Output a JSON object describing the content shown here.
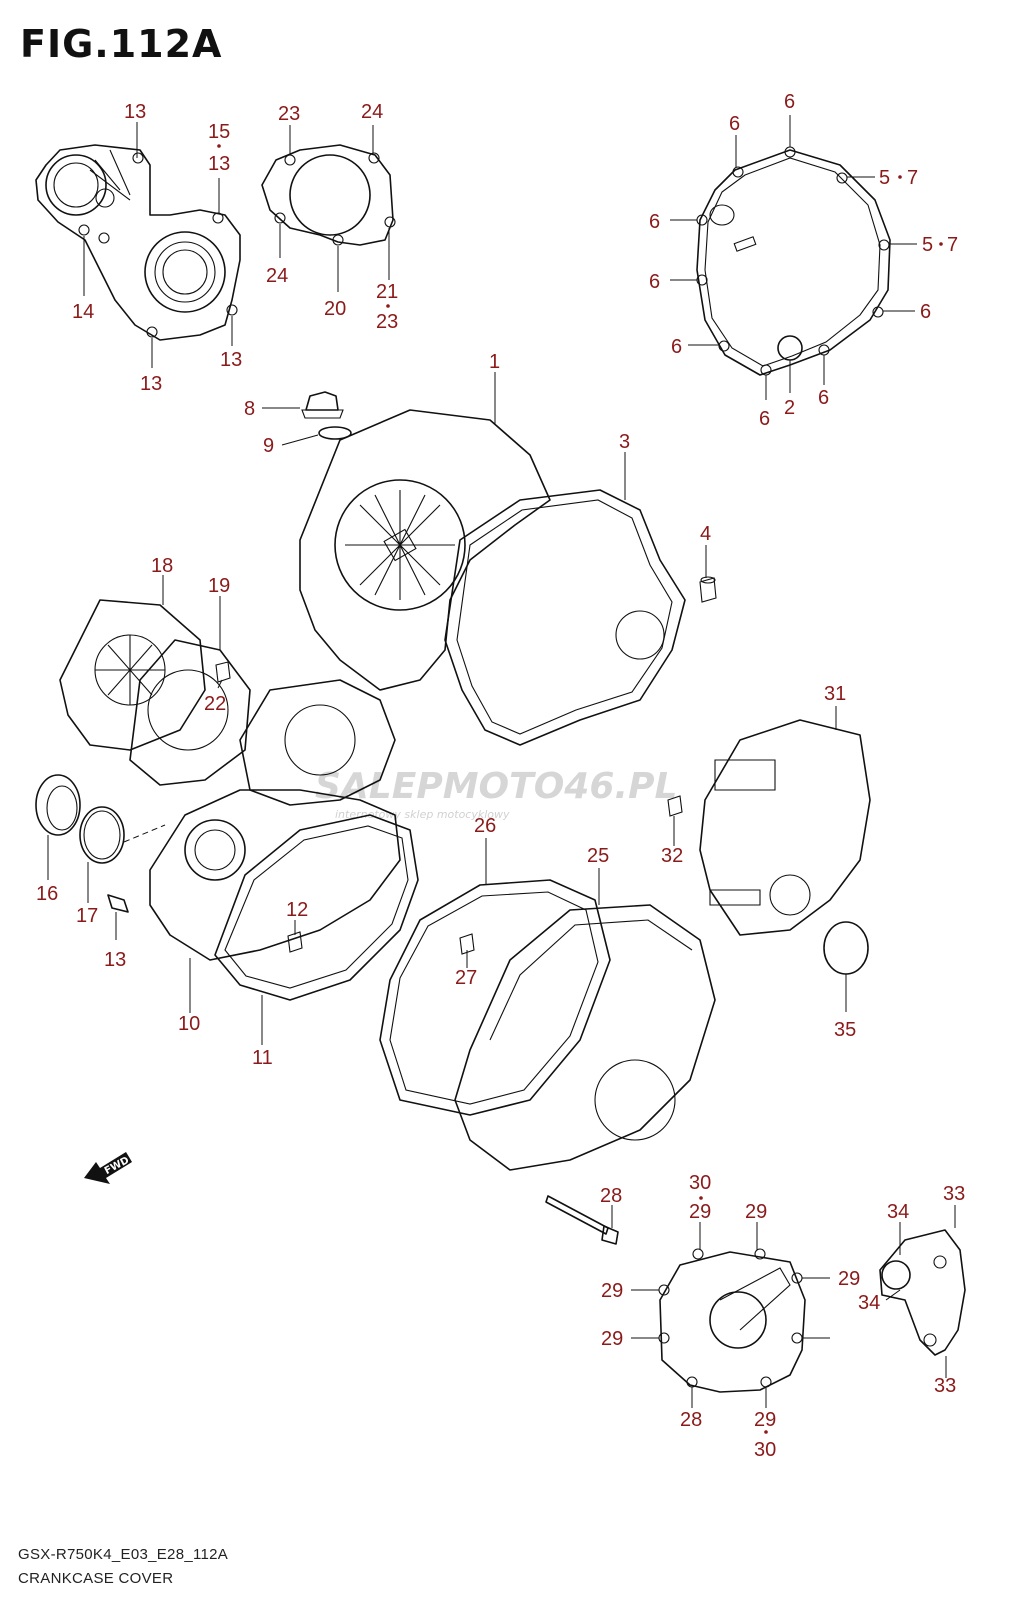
{
  "figure_title": "FIG.112A",
  "footer": {
    "model_code": "GSX-R750K4_E03_E28_112A",
    "description": "CRANKCASE COVER"
  },
  "watermark": {
    "main": "SALEPMOTO46.PL",
    "sub": "internetowy sklep motocyklowy"
  },
  "forward_arrow": {
    "label": "FWD"
  },
  "callouts": [
    "13",
    "15",
    "13",
    "14",
    "13",
    "13",
    "23",
    "24",
    "24",
    "20",
    "21",
    "23",
    "6",
    "6",
    "6",
    "5",
    "7",
    "5",
    "7",
    "6",
    "6",
    "6",
    "6",
    "2",
    "6",
    "6",
    "1",
    "8",
    "9",
    "3",
    "4",
    "18",
    "19",
    "22",
    "16",
    "17",
    "13",
    "10",
    "11",
    "12",
    "26",
    "25",
    "27",
    "31",
    "32",
    "35",
    "28",
    "30",
    "29",
    "29",
    "29",
    "29",
    "29",
    "28",
    "29",
    "30",
    "34",
    "33",
    "34",
    "33"
  ]
}
